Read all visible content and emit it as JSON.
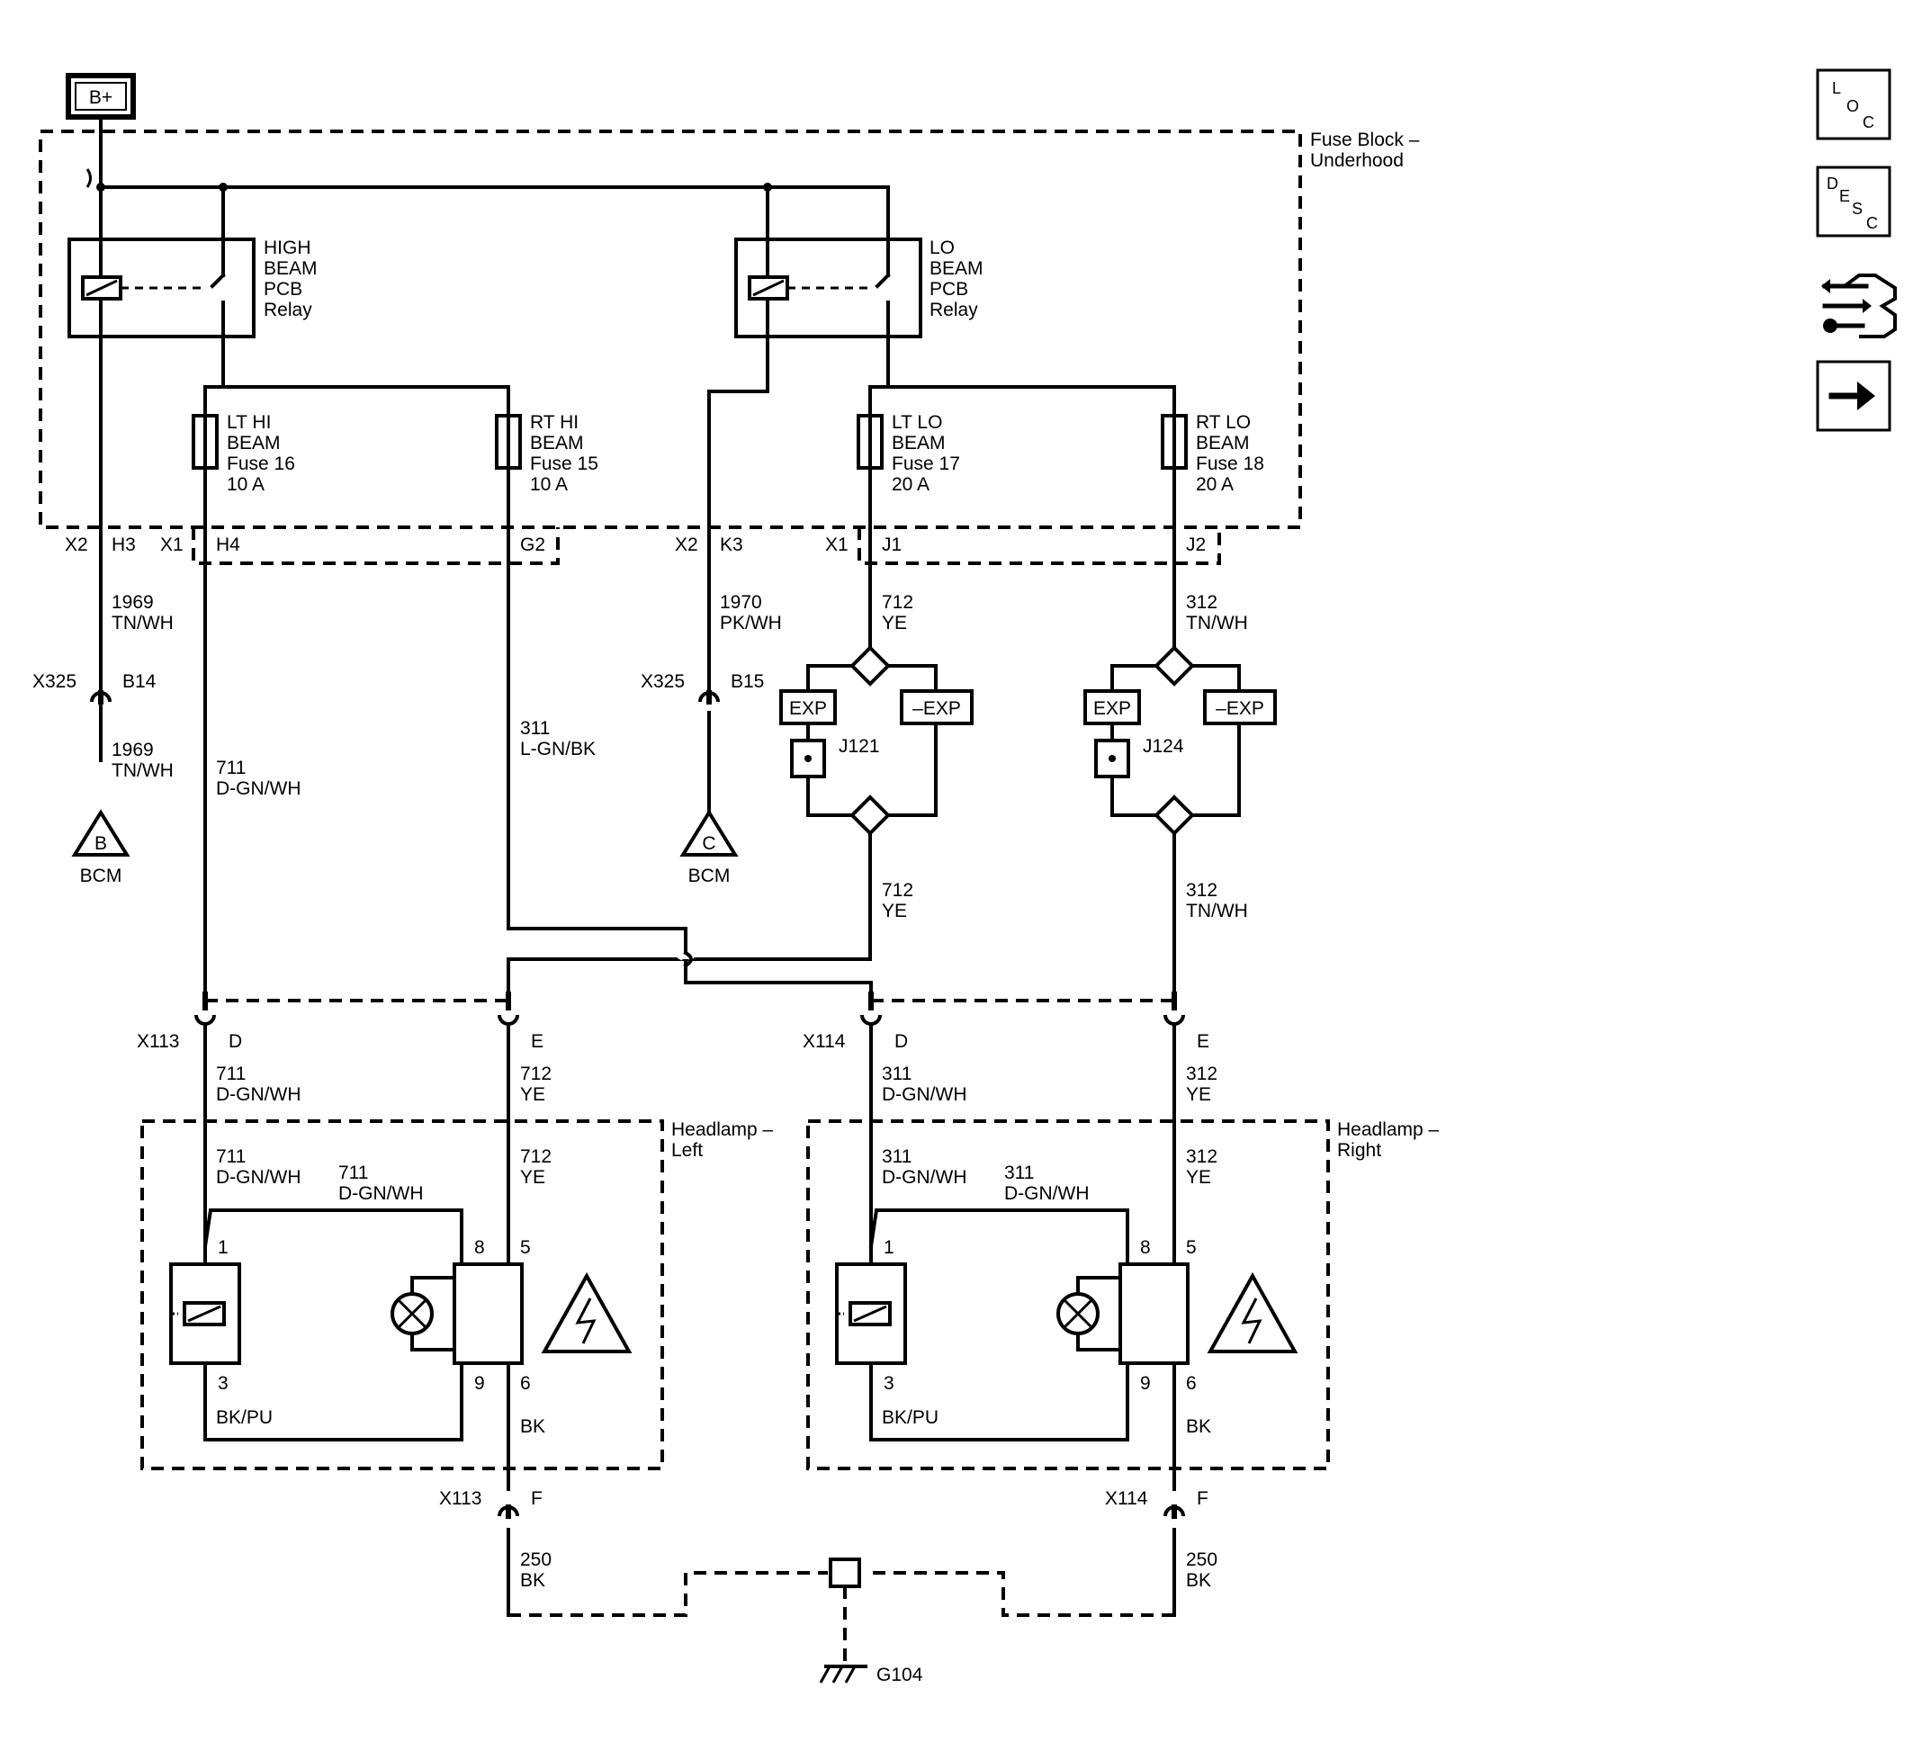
{
  "power": {
    "label": "B+"
  },
  "modules": {
    "fuse_block": [
      "Fuse Block –",
      "Underhood"
    ],
    "headlamp_left": [
      "Headlamp –",
      "Left"
    ],
    "headlamp_right": [
      "Headlamp –",
      "Right"
    ],
    "bcm_left": {
      "pin": "B",
      "label": "BCM"
    },
    "bcm_right": {
      "pin": "C",
      "label": "BCM"
    },
    "ground": "G104"
  },
  "relays": {
    "high": [
      "HIGH",
      "BEAM",
      "PCB",
      "Relay"
    ],
    "lo": [
      "LO",
      "BEAM",
      "PCB",
      "Relay"
    ]
  },
  "fuses": {
    "lt_hi": [
      "LT HI",
      "BEAM",
      "Fuse 16",
      "10 A"
    ],
    "rt_hi": [
      "RT HI",
      "BEAM",
      "Fuse 15",
      "10 A"
    ],
    "lt_lo": [
      "LT LO",
      "BEAM",
      "Fuse 17",
      "20 A"
    ],
    "rt_lo": [
      "RT LO",
      "BEAM",
      "Fuse 18",
      "20 A"
    ]
  },
  "connectors": {
    "x2_h3": [
      "X2",
      "H3"
    ],
    "x1_h4": [
      "X1",
      "H4"
    ],
    "g2": "G2",
    "x2_k3": [
      "X2",
      "K3"
    ],
    "x1_j1": [
      "X1",
      "J1"
    ],
    "j2": "J2",
    "x325_b14": [
      "X325",
      "B14"
    ],
    "x325_b15": [
      "X325",
      "B15"
    ],
    "x113_d": [
      "X113",
      "D"
    ],
    "x113_e": "E",
    "x114_d": [
      "X114",
      "D"
    ],
    "x114_e": "E",
    "x113_f": [
      "X113",
      "F"
    ],
    "x114_f": [
      "X114",
      "F"
    ]
  },
  "wires": {
    "w1969a": [
      "1969",
      "TN/WH"
    ],
    "w1969b": [
      "1969",
      "TN/WH"
    ],
    "w1970": [
      "1970",
      "PK/WH"
    ],
    "w711a": [
      "711",
      "D-GN/WH"
    ],
    "w311a": [
      "311",
      "L-GN/BK"
    ],
    "w712a": [
      "712",
      "YE"
    ],
    "w312a": [
      "312",
      "TN/WH"
    ],
    "w712b": [
      "712",
      "YE"
    ],
    "w312b": [
      "312",
      "TN/WH"
    ],
    "w711b": [
      "711",
      "D-GN/WH"
    ],
    "w712c": [
      "712",
      "YE"
    ],
    "w311b": [
      "311",
      "D-GN/WH"
    ],
    "w312c": [
      "312",
      "YE"
    ],
    "w711c": [
      "711",
      "D-GN/WH"
    ],
    "w711d": [
      "711",
      "D-GN/WH"
    ],
    "w712d": [
      "712",
      "YE"
    ],
    "w311c": [
      "311",
      "D-GN/WH"
    ],
    "w311d": [
      "311",
      "D-GN/WH"
    ],
    "w312d": [
      "312",
      "YE"
    ],
    "bkpu_l": "BK/PU",
    "bk_l": "BK",
    "bkpu_r": "BK/PU",
    "bk_r": "BK",
    "w250l": [
      "250",
      "BK"
    ],
    "w250r": [
      "250",
      "BK"
    ]
  },
  "options": {
    "exp": "EXP",
    "no_exp": "–EXP",
    "j121": "J121",
    "j124": "J124"
  },
  "pins": {
    "l1": "1",
    "l3": "3",
    "l8": "8",
    "l9": "9",
    "l5": "5",
    "l6": "6",
    "r1": "1",
    "r3": "3",
    "r8": "8",
    "r9": "9",
    "r5": "5",
    "r6": "6"
  },
  "nav": {
    "loc_letters": [
      "L",
      "O",
      "C"
    ],
    "desc_letters": [
      "D",
      "E",
      "S",
      "C"
    ],
    "icons": [
      "loc-icon",
      "desc-icon",
      "connector-tool-icon",
      "next-arrow-icon"
    ]
  }
}
